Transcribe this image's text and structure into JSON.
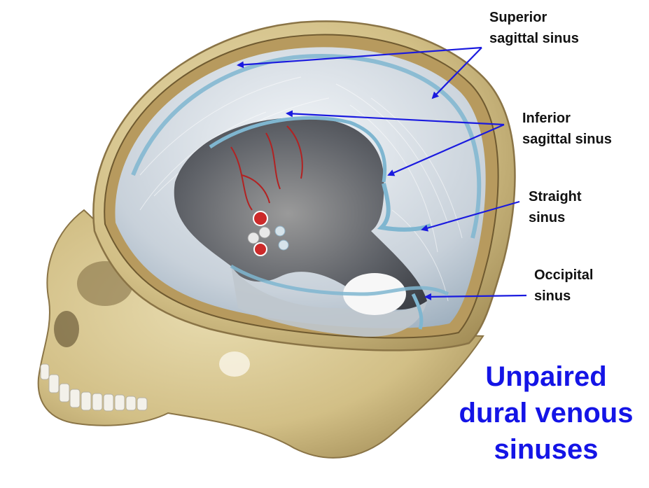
{
  "colors": {
    "bone": "#d9c896",
    "bone_dark": "#a08b55",
    "dura": "#c9d2da",
    "dura_light": "#e7ecf0",
    "sinus": "#7fb6d0",
    "arrow": "#1a1adf",
    "title": "#1414e6",
    "artery": "#b22222"
  },
  "labels": {
    "superior": [
      "Superior",
      "sagittal sinus"
    ],
    "inferior": [
      "Inferior",
      "sagittal sinus"
    ],
    "straight": [
      "Straight",
      "sinus"
    ],
    "occipital": [
      "Occipital",
      "sinus"
    ]
  },
  "title": [
    "Unpaired",
    "dural venous",
    "sinuses"
  ]
}
